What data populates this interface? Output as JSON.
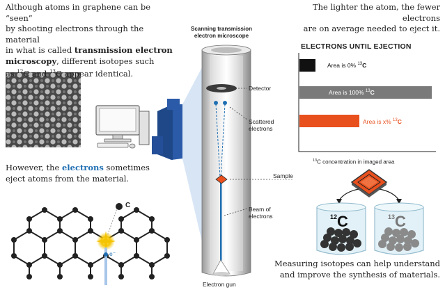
{
  "intro": {
    "line1": "Although atoms in graphene can be “seen”",
    "line2": "by shooting electrons through the material",
    "line3": "in what is called ",
    "line3_bold": "transmission electron",
    "line4_bold": "microscopy",
    "line4": ", different isotopes such",
    "line5_pre": "as ",
    "line5_c12_sup": "12",
    "line5_mid": "C and ",
    "line5_c13_sup": "13",
    "line5_post": "C appear identical."
  },
  "eject": {
    "line1": "However, the ",
    "line1_blue": "electrons",
    "line1_post": " sometimes",
    "line2": "eject atoms from the material."
  },
  "lighter": {
    "line1": "The lighter the atom, the fewer electrons",
    "line2": "are on average needed to eject it."
  },
  "measuring": {
    "line1": "Measuring isotopes can help understand",
    "line2": "and improve the synthesis of materials."
  },
  "microscope": {
    "title_line1": "Scanning transmission",
    "title_line2": "electron microscope",
    "detector": "Detector",
    "scattered_line1": "Scattered",
    "scattered_line2": "electrons",
    "sample": "Sample",
    "beam_line1": "Beam of",
    "beam_line2": "electrons",
    "gun": "Electron gun"
  },
  "atom_labels": {
    "carbon": "C",
    "electron": "e⁻"
  },
  "beakers": {
    "left_sup": "12",
    "left_letter": "C",
    "right_sup": "13",
    "right_letter": "C"
  },
  "colors": {
    "accent_orange": "#e8501e",
    "bar_black": "#111111",
    "bar_gray": "#7a7a7a",
    "electron_blue": "#1f6fb2",
    "monitor_blue": "#2a5aa8"
  },
  "chart_data": {
    "type": "bar",
    "title": "ELECTRONS UNTIL EJECTION",
    "xlabel_sup": "13",
    "xlabel": "C concentration in imaged area",
    "bars": [
      {
        "label": "Area is 0% ",
        "label_sup": "13",
        "label_post": "C",
        "color": "#111111",
        "relative_length": 0.12
      },
      {
        "label": "Area is 100% ",
        "label_sup": "13",
        "label_post": "C",
        "color": "#7a7a7a",
        "relative_length": 1.0
      },
      {
        "label": "Area is x% ",
        "label_sup": "13",
        "label_post": "C",
        "color": "#e8501e",
        "relative_length": 0.45
      }
    ]
  }
}
